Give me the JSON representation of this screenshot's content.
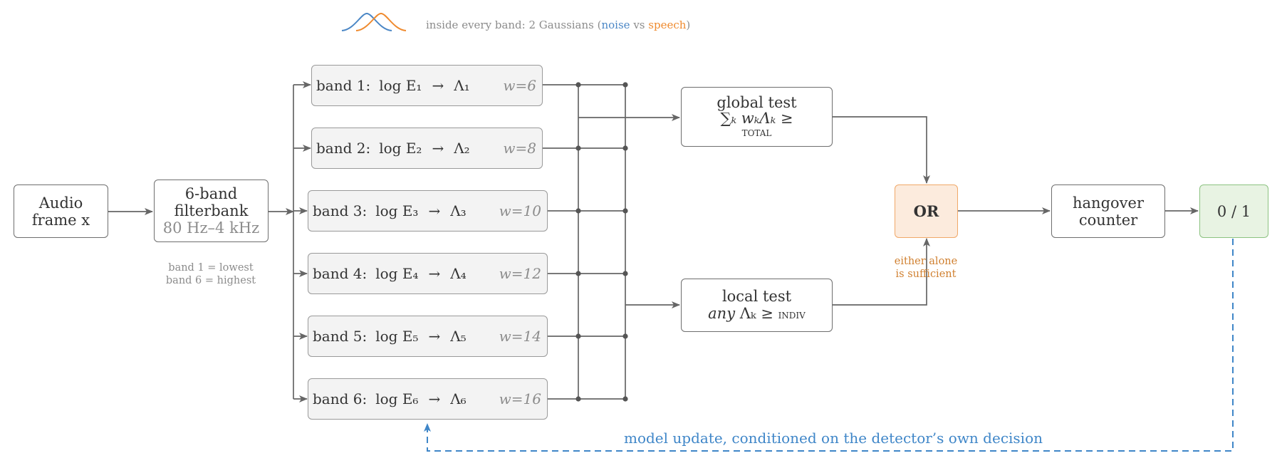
{
  "legend": {
    "text_prefix": "inside every band: 2 Gaussians (",
    "noise": "noise",
    "vs": " vs ",
    "speech": "speech",
    "text_suffix": ")"
  },
  "colors": {
    "noise": "#4a86c5",
    "speech": "#ef8a2e",
    "wire": "#666666",
    "feedback": "#3f86c8",
    "or_note": "#d08030"
  },
  "input": {
    "line1": "Audio",
    "line2": "frame x"
  },
  "filterbank": {
    "line1": "6-band",
    "line2": "filterbank",
    "range": "80 Hz–4 kHz"
  },
  "filterbank_note": {
    "line1": "band 1 = lowest",
    "line2": "band 6 = highest"
  },
  "bands": [
    {
      "label": "band 1:",
      "math": "log E₁",
      "arrow": "→",
      "lambda": "Λ₁",
      "weight": "w=6"
    },
    {
      "label": "band 2:",
      "math": "log E₂",
      "arrow": "→",
      "lambda": "Λ₂",
      "weight": "w=8"
    },
    {
      "label": "band 3:",
      "math": "log E₃",
      "arrow": "→",
      "lambda": "Λ₃",
      "weight": "w=10"
    },
    {
      "label": "band 4:",
      "math": "log E₄",
      "arrow": "→",
      "lambda": "Λ₄",
      "weight": "w=12"
    },
    {
      "label": "band 5:",
      "math": "log E₅",
      "arrow": "→",
      "lambda": "Λ₅",
      "weight": "w=14"
    },
    {
      "label": "band 6:",
      "math": "log E₆",
      "arrow": "→",
      "lambda": "Λ₆",
      "weight": "w=16"
    }
  ],
  "global_test": {
    "title": "global test",
    "formula": "∑ₖ wₖΛₖ ≥",
    "threshold": "total"
  },
  "local_test": {
    "title": "local test",
    "any": "any",
    "formula": "Λₖ ≥",
    "threshold": "indiv"
  },
  "or_gate": {
    "label": "OR",
    "note1": "either alone",
    "note2": "is sufficient"
  },
  "hangover": {
    "line1": "hangover",
    "line2": "counter"
  },
  "output": {
    "label": "0 / 1"
  },
  "feedback": {
    "label": "model update, conditioned on the detector’s own decision"
  }
}
